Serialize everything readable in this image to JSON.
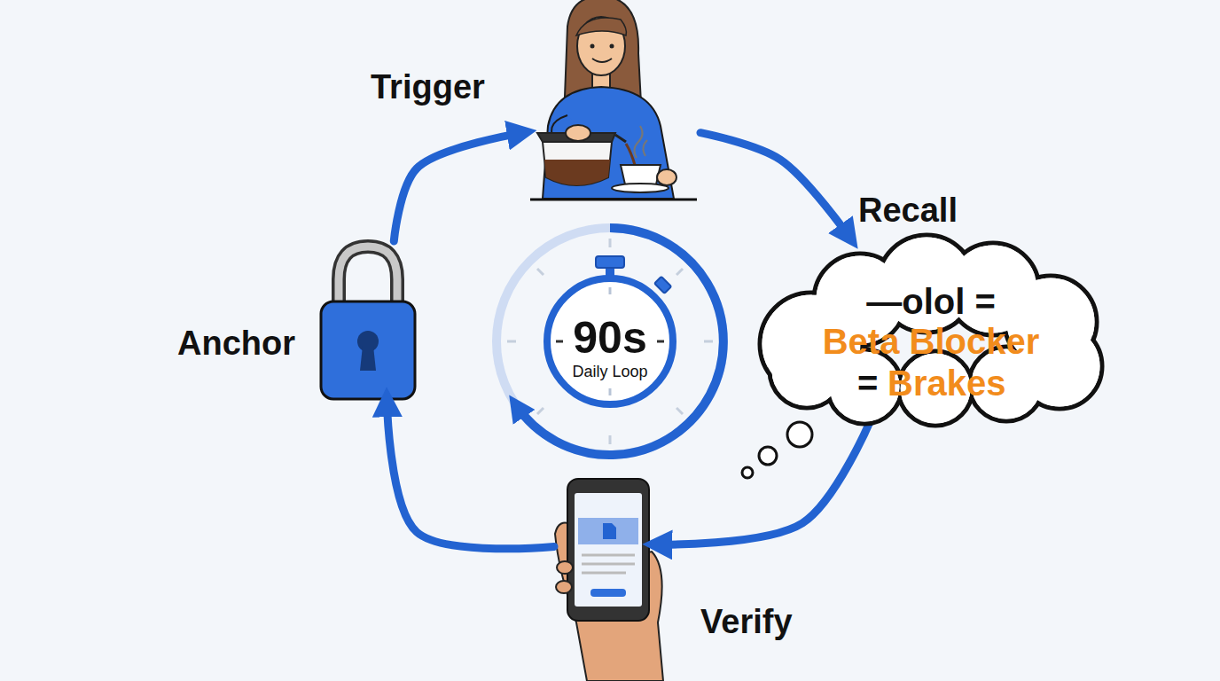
{
  "diagram": {
    "nodes": [
      {
        "text": [
          "Trigger"
        ]
      },
      {
        "text": [
          "Recall",
          "—olol =",
          "Beta Blocker",
          "=",
          "Brakes"
        ]
      },
      {
        "text": [
          "90s",
          "Daily Loop"
        ]
      },
      {
        "text": [
          "Anchor"
        ]
      },
      {
        "text": [
          "Verify"
        ]
      }
    ],
    "edges": [
      {
        "from": 0,
        "to": 1,
        "arrow": "to"
      },
      {
        "from": 1,
        "to": 4,
        "arrow": "to"
      },
      {
        "from": 4,
        "to": 3,
        "arrow": "to"
      },
      {
        "from": 3,
        "to": 0,
        "arrow": "to"
      }
    ]
  }
}
